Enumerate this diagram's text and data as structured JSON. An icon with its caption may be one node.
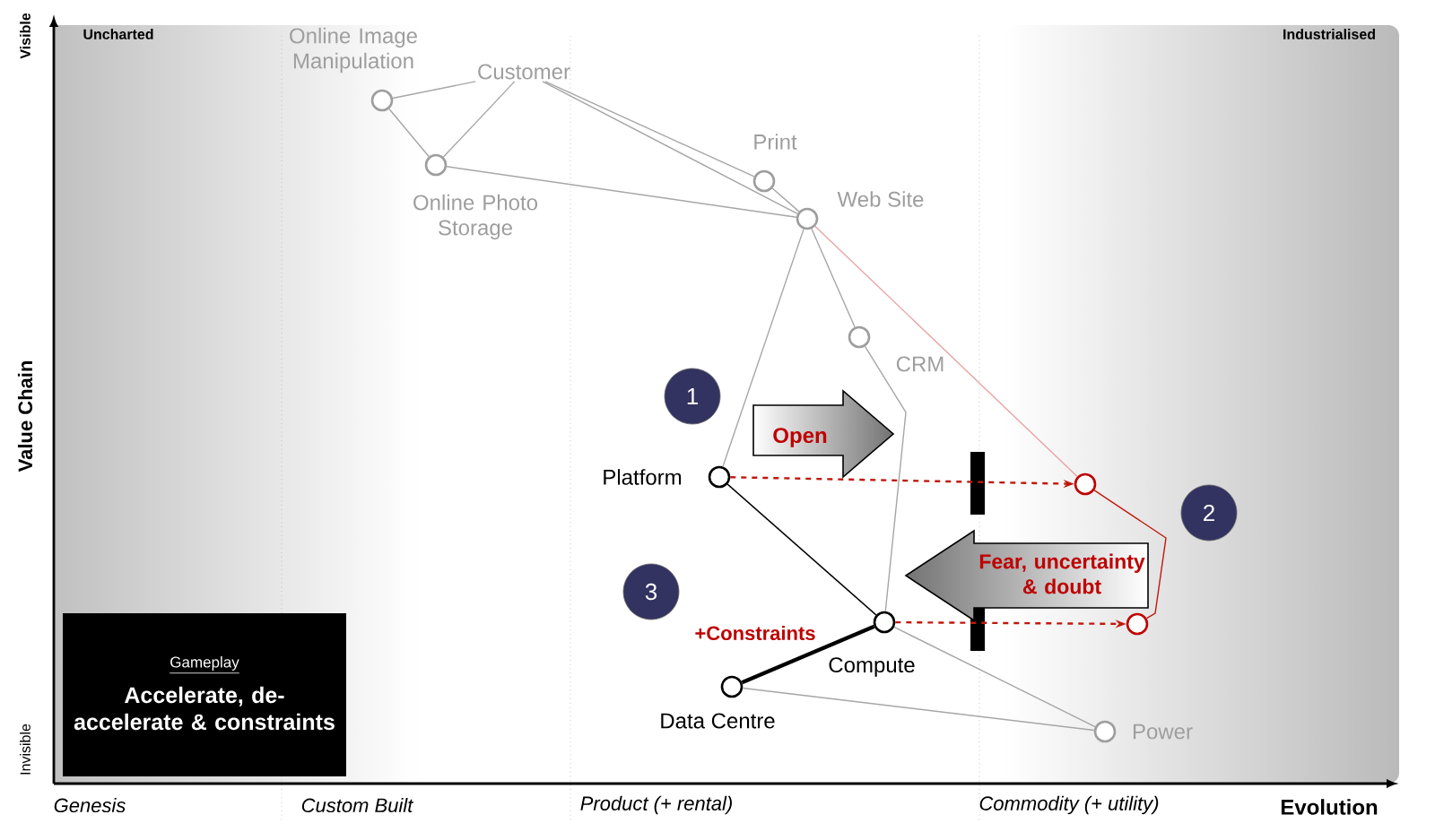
{
  "diagram": {
    "nodes": [
      {
        "text": [
          "Customer"
        ]
      },
      {
        "text": [],
        "shape": "circle",
        "beside": [
          "Online Image Manipulation"
        ]
      },
      {
        "text": [],
        "shape": "circle",
        "beside": [
          "Online Photo Storage"
        ]
      },
      {
        "text": [],
        "shape": "circle",
        "beside": [
          "Print"
        ]
      },
      {
        "text": [],
        "shape": "circle",
        "beside": [
          "Web Site"
        ]
      },
      {
        "text": [],
        "shape": "circle",
        "beside": [
          "CRM"
        ]
      },
      {
        "text": [],
        "shape": "circle",
        "beside": [
          "Platform"
        ]
      },
      {
        "text": [],
        "shape": "circle",
        "beside": [
          "Compute"
        ]
      },
      {
        "text": [],
        "shape": "circle",
        "beside": [
          "Data Centre"
        ]
      },
      {
        "text": [],
        "shape": "circle",
        "beside": [
          "Power"
        ]
      },
      {
        "text": [],
        "shape": "circle"
      },
      {
        "text": [],
        "shape": "circle"
      },
      {
        "text": [
          "1"
        ]
      },
      {
        "text": [
          "2"
        ]
      },
      {
        "text": [
          "3"
        ]
      },
      {
        "text": [
          "Open"
        ]
      },
      {
        "text": [
          "Fear, uncertainty & doubt"
        ]
      },
      {
        "text": [
          "Gameplay",
          "Accelerate, de-accelerate & constraints"
        ]
      }
    ],
    "edges": [
      {
        "from": 0,
        "to": 1,
        "arrow": "none"
      },
      {
        "from": 0,
        "to": 2,
        "arrow": "none"
      },
      {
        "from": 0,
        "to": 3,
        "arrow": "none"
      },
      {
        "from": 0,
        "to": 4,
        "arrow": "none"
      },
      {
        "from": 1,
        "to": 2,
        "arrow": "none"
      },
      {
        "from": 2,
        "to": 4,
        "arrow": "none"
      },
      {
        "from": 3,
        "to": 4,
        "arrow": "none"
      },
      {
        "from": 4,
        "to": 6,
        "arrow": "none"
      },
      {
        "from": 4,
        "to": 5,
        "arrow": "none"
      },
      {
        "from": 4,
        "to": 10,
        "arrow": "none",
        "color": "#e8a4a4"
      },
      {
        "from": 5,
        "to": 7,
        "arrow": "none"
      },
      {
        "from": 6,
        "to": 7,
        "arrow": "none",
        "color": "#000000"
      },
      {
        "from": 7,
        "to": 8,
        "arrow": "none",
        "style": "thick",
        "color": "#000000"
      },
      {
        "from": 7,
        "to": 9,
        "arrow": "none"
      },
      {
        "from": 8,
        "to": 9,
        "arrow": "none"
      },
      {
        "from": 10,
        "to": 11,
        "arrow": "none",
        "color": "#c0180c"
      },
      {
        "from": 6,
        "to": 10,
        "arrow": "to",
        "style": "dashed",
        "color": "#c0180c"
      },
      {
        "from": 7,
        "to": 11,
        "arrow": "to",
        "style": "dashed",
        "color": "#c0180c"
      }
    ],
    "labels": [
      "Visible",
      "Value Chain",
      "Invisible",
      "Uncharted",
      "Industrialised",
      "Genesis",
      "Custom Built",
      "Product (+ rental)",
      "Commodity (+ utility)",
      "Evolution",
      "+Constraints"
    ]
  }
}
